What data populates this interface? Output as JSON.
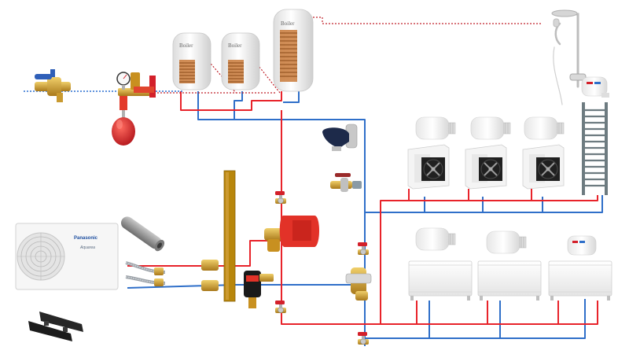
{
  "boilers": [
    {
      "label": "Boiler"
    },
    {
      "label": "Boiler"
    },
    {
      "label": "Boiler"
    }
  ],
  "heat_pump": {
    "brand": "Panasonic",
    "model": "Aquarea"
  },
  "colors": {
    "supply_pipe": "#e8232a",
    "return_pipe": "#2f6fc9",
    "cold_water_line": "#2a6fd1",
    "dhw_line": "#c0202a",
    "radiator": "#f2f2f2",
    "manifold": "#b8860b",
    "valve_body": "#d4a02a",
    "valve_handle": "#d3202a",
    "towel_rail": "#6d7b80"
  },
  "icons": [
    "shower-icon",
    "thermostatic-head-icon",
    "fan-convector-icon",
    "panel-radiator-icon",
    "towel-rail-icon",
    "heat-pump-icon",
    "ball-valve-icon",
    "expansion-vessel-icon",
    "zone-valve-icon",
    "magnetic-filter-icon",
    "tap-icon",
    "pipe-insulation-icon",
    "flexible-hose-icon",
    "anti-vibration-feet-icon",
    "pressure-gauge-icon"
  ]
}
